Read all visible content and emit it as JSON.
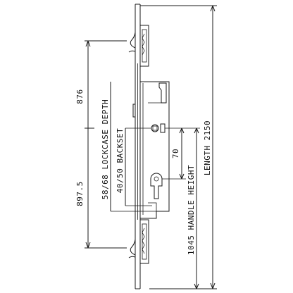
{
  "labels": {
    "top_dimension": "876",
    "bottom_dimension": "897.5",
    "lockcase_depth": "58/68 LOCKCASE DEPTH",
    "backset": "40/50 BACKSET",
    "centres": "70",
    "handle_height": "1045 HANDLE HEIGHT",
    "length": "LENGTH 2150"
  },
  "colors": {
    "line": "#1a1a1a",
    "text": "#111111",
    "background": "#ffffff"
  }
}
